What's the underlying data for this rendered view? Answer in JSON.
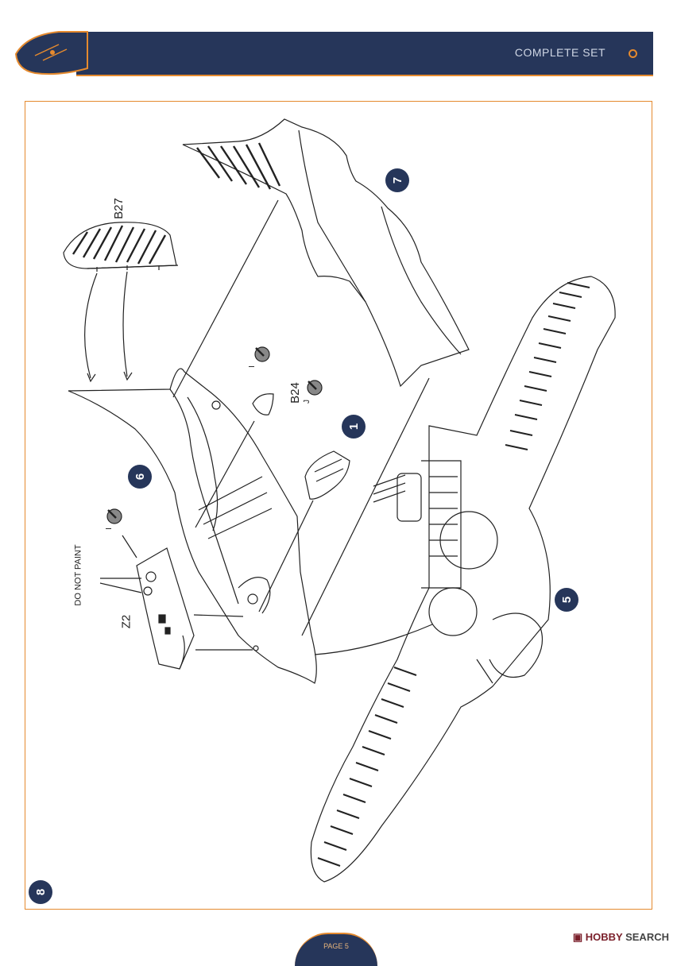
{
  "header": {
    "title": "COMPLETE SET",
    "logo_name": "clear-prop-logo-icon"
  },
  "steps": {
    "s1": "1",
    "s5": "5",
    "s6": "6",
    "s7": "7",
    "s8": "8"
  },
  "labels": {
    "b27": "B27",
    "b24": "B24",
    "z2": "Z2",
    "do_not_paint": "DO NOT PAINT",
    "paint_i_top": "I",
    "paint_j": "J",
    "paint_i_left": "I"
  },
  "footer": {
    "page": "PAGE 5"
  },
  "watermark": {
    "brand": "HOBBY",
    "suffix": "SEARCH"
  },
  "colors": {
    "navy": "#26365a",
    "orange": "#e58a2e"
  }
}
